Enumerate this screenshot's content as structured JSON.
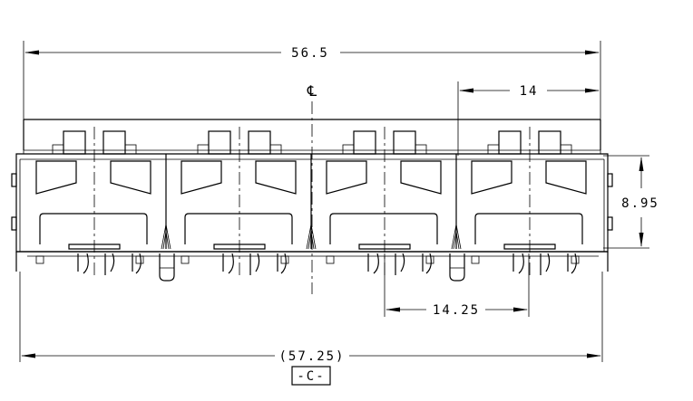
{
  "dimensions": {
    "overall_width": "56.5",
    "port_offset": "14",
    "height": "8.95",
    "pitch": "14.25",
    "reference_width": "(57.25)",
    "datum": "-C-"
  },
  "centerline_symbol": "℄"
}
